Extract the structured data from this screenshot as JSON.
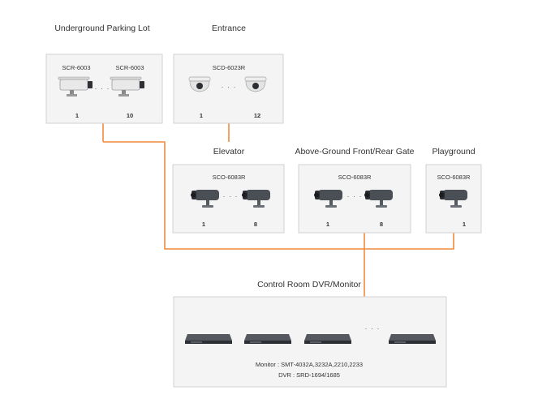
{
  "groups": {
    "parking": {
      "title": "Underground Parking Lot",
      "model_a": "SCR-6003",
      "model_b": "SCR-6003",
      "num_first": "1",
      "num_last": "10"
    },
    "entrance": {
      "title": "Entrance",
      "model": "SCD-6023R",
      "num_first": "1",
      "num_last": "12"
    },
    "elevator": {
      "title": "Elevator",
      "model": "SCO-6083R",
      "num_first": "1",
      "num_last": "8"
    },
    "gate": {
      "title": "Above-Ground Front/Rear Gate",
      "model": "SCO-6083R",
      "num_first": "1",
      "num_last": "8"
    },
    "playground": {
      "title": "Playground",
      "model": "SCO-6083R",
      "num_first": "1"
    }
  },
  "control_room": {
    "title": "Control Room DVR/Monitor",
    "monitor_line": "Monitor : SMT-4032A,3232A,2210,2233",
    "dvr_line": "DVR : SRD-1694/1685"
  },
  "ellipsis": "· · ·",
  "colors": {
    "wire": "#f08a3c",
    "box": "#f4f4f4",
    "device": "#3a3d42"
  }
}
